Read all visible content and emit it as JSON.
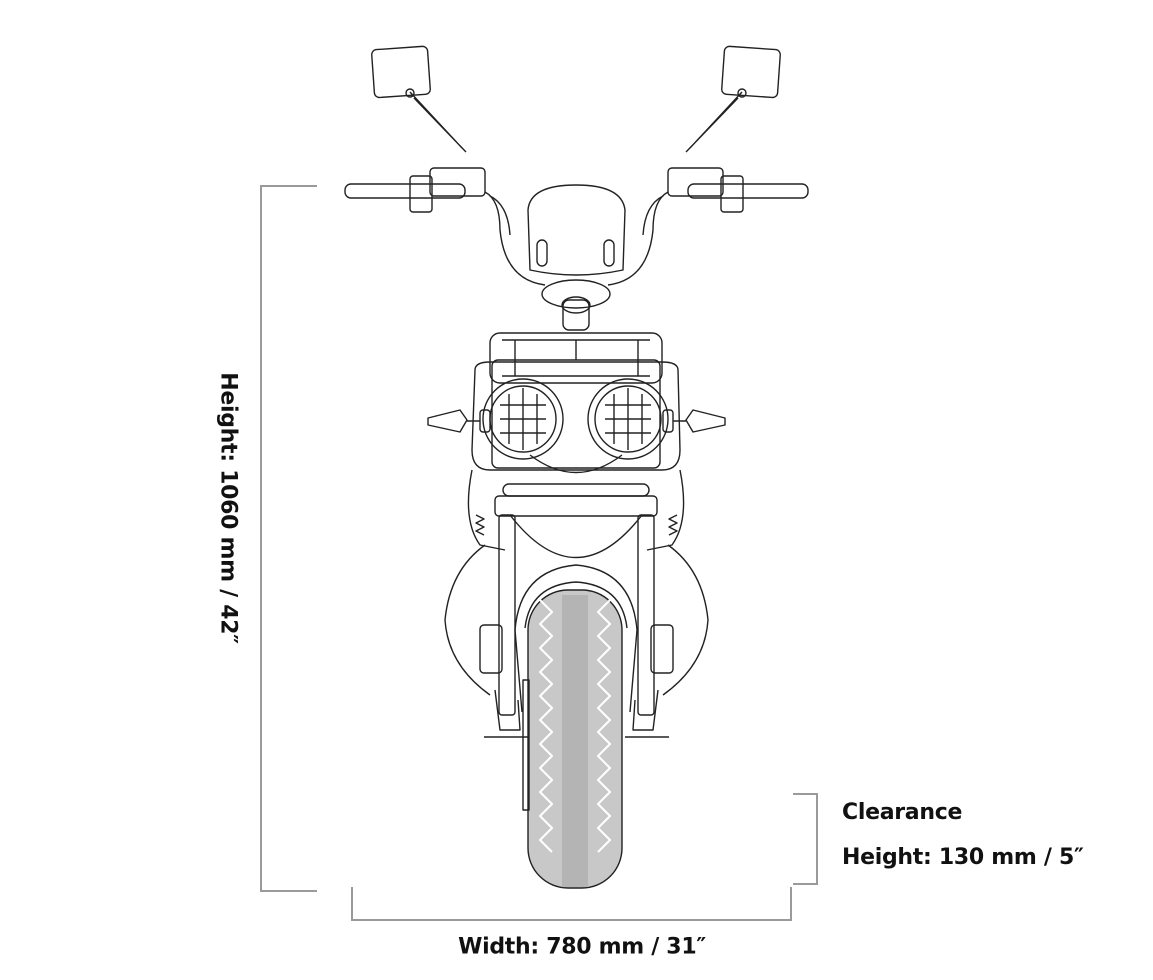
{
  "dimensions": {
    "height": "Height: 1060 mm / 42″",
    "width": "Width: 780 mm / 31″",
    "clearance_title": "Clearance",
    "clearance_value": "Height: 130 mm / 5″"
  },
  "colors": {
    "bracket": "#9a9a9a",
    "line": "#222222",
    "tire": "#c8c8c8"
  }
}
